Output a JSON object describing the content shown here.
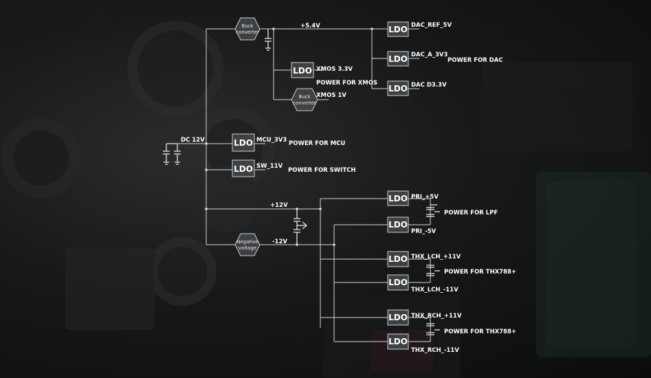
{
  "input": {
    "label": "DC 12V"
  },
  "rails": {
    "plus_5v4": "+5.4V",
    "plus_12v": "+12V",
    "minus_12v": "-12V"
  },
  "converters": {
    "buck_main": [
      "Buck",
      "converter"
    ],
    "buck_xmos": [
      "Buck",
      "converter"
    ],
    "negative": [
      "Negative",
      "voltage"
    ]
  },
  "ldo_label": "LDO",
  "outputs": {
    "dac_ref": "DAC_REF_5V",
    "dac_a": "DAC_A_3V3",
    "dac_d": "DAC D3.3V",
    "xmos_33": "XMOS 3.3V",
    "xmos_1v": "XMOS 1V",
    "mcu": "MCU_3V3",
    "sw": "SW_11V",
    "pri_p": "PRI_+5V",
    "pri_n": "PRI_-5V",
    "thx_lch_p": "THX_LCH_+11V",
    "thx_lch_n": "THX_LCH_-11V",
    "thx_rch_p": "THX_RCH_+11V",
    "thx_rch_n": "THX_RCH_-11V"
  },
  "notes": {
    "dac": "POWER FOR DAC",
    "xmos": "POWER FOR XMOS",
    "mcu": "POWER FOR MCU",
    "switch": "POWER FOR SWITCH",
    "lpf": "POWER FOR LPF",
    "thx_l": "POWER FOR THX788+",
    "thx_r": "POWER FOR THX788+"
  }
}
